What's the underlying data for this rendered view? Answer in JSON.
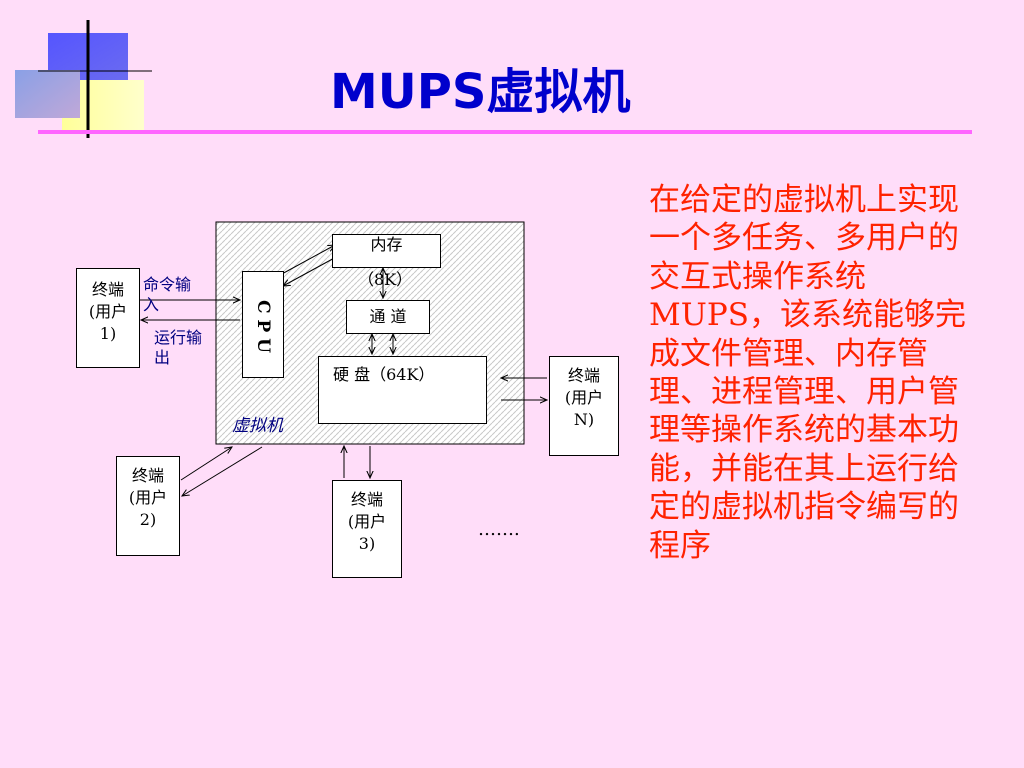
{
  "slide": {
    "title": "MUPS虚拟机",
    "description": "在给定的虚拟机上实现一个多任务、多用户的交互式操作系统MUPS，该系统能够完成文件管理、内存管理、进程管理、用户管理等操作系统的基本功能，并能在其上运行给定的虚拟机指令编写的程序"
  },
  "diagram": {
    "vm_label": "虚拟机",
    "cpu": "C P U",
    "memory": {
      "line1": "内存",
      "line2": "（8K）"
    },
    "channel": "通 道",
    "disk": "硬  盘（64K）",
    "terminal1": {
      "line1": "终端",
      "line2": "(用户",
      "line3": "1)"
    },
    "terminal2": {
      "line1": "终端",
      "line2": "(用户",
      "line3": "2)"
    },
    "terminal3": {
      "line1": "终端",
      "line2": "(用户",
      "line3": "3)"
    },
    "terminalN": {
      "line1": "终端",
      "line2": "(用户",
      "line3": "N)"
    },
    "cmd_input": {
      "line1": "命令输",
      "line2": "入"
    },
    "run_output": {
      "line1": "运行输",
      "line2": "出"
    },
    "ellipsis": "……."
  },
  "colors": {
    "background": "#ffddf9",
    "title": "#0000cc",
    "description": "#ff2200",
    "rule": "#ff66ff",
    "labels": "#000080"
  }
}
